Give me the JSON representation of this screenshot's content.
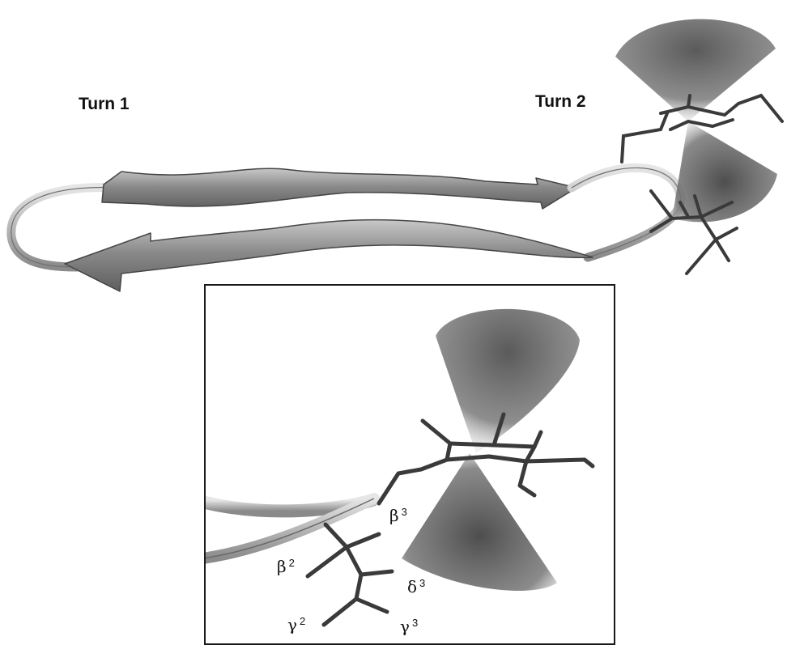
{
  "labels": {
    "turn1": "Turn 1",
    "turn2": "Turn 2"
  },
  "inset_labels": {
    "beta3": {
      "symbol": "β",
      "index": "3"
    },
    "beta2": {
      "symbol": "β",
      "index": "2"
    },
    "delta3": {
      "symbol": "δ",
      "index": "3"
    },
    "gamma2": {
      "symbol": "γ",
      "index": "2"
    },
    "gamma3": {
      "symbol": "γ",
      "index": "3"
    }
  },
  "colors": {
    "ribbon_fill": "#8c8c8c",
    "ribbon_edge": "#4a4a4a",
    "coil": "#bdbdbd",
    "stick": "#3a3a3a",
    "cone": "#555555",
    "frame": "#1a1a1a"
  }
}
